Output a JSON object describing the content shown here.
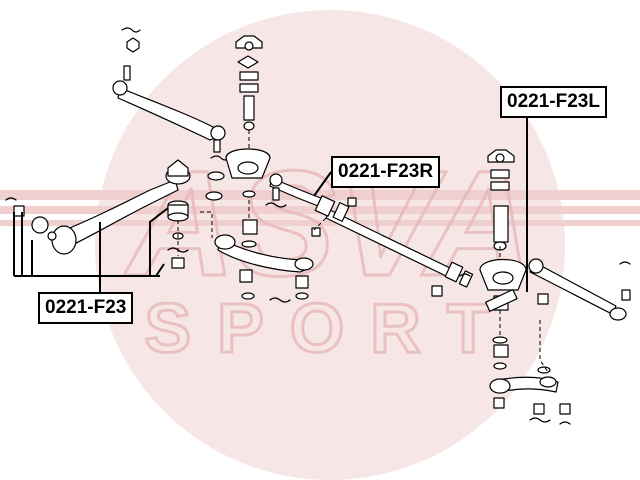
{
  "watermark": {
    "brand_text": "ASVA",
    "sub_text": "SPORT",
    "color": "#d9a0a0"
  },
  "callouts": [
    {
      "label": "0221-F23"
    },
    {
      "label": "0221-F23R"
    },
    {
      "label": "0221-F23L"
    }
  ],
  "colors": {
    "line": "#000000",
    "watermark_fill": "#f6e4e4",
    "watermark_stripe": "#f2d6d6"
  }
}
